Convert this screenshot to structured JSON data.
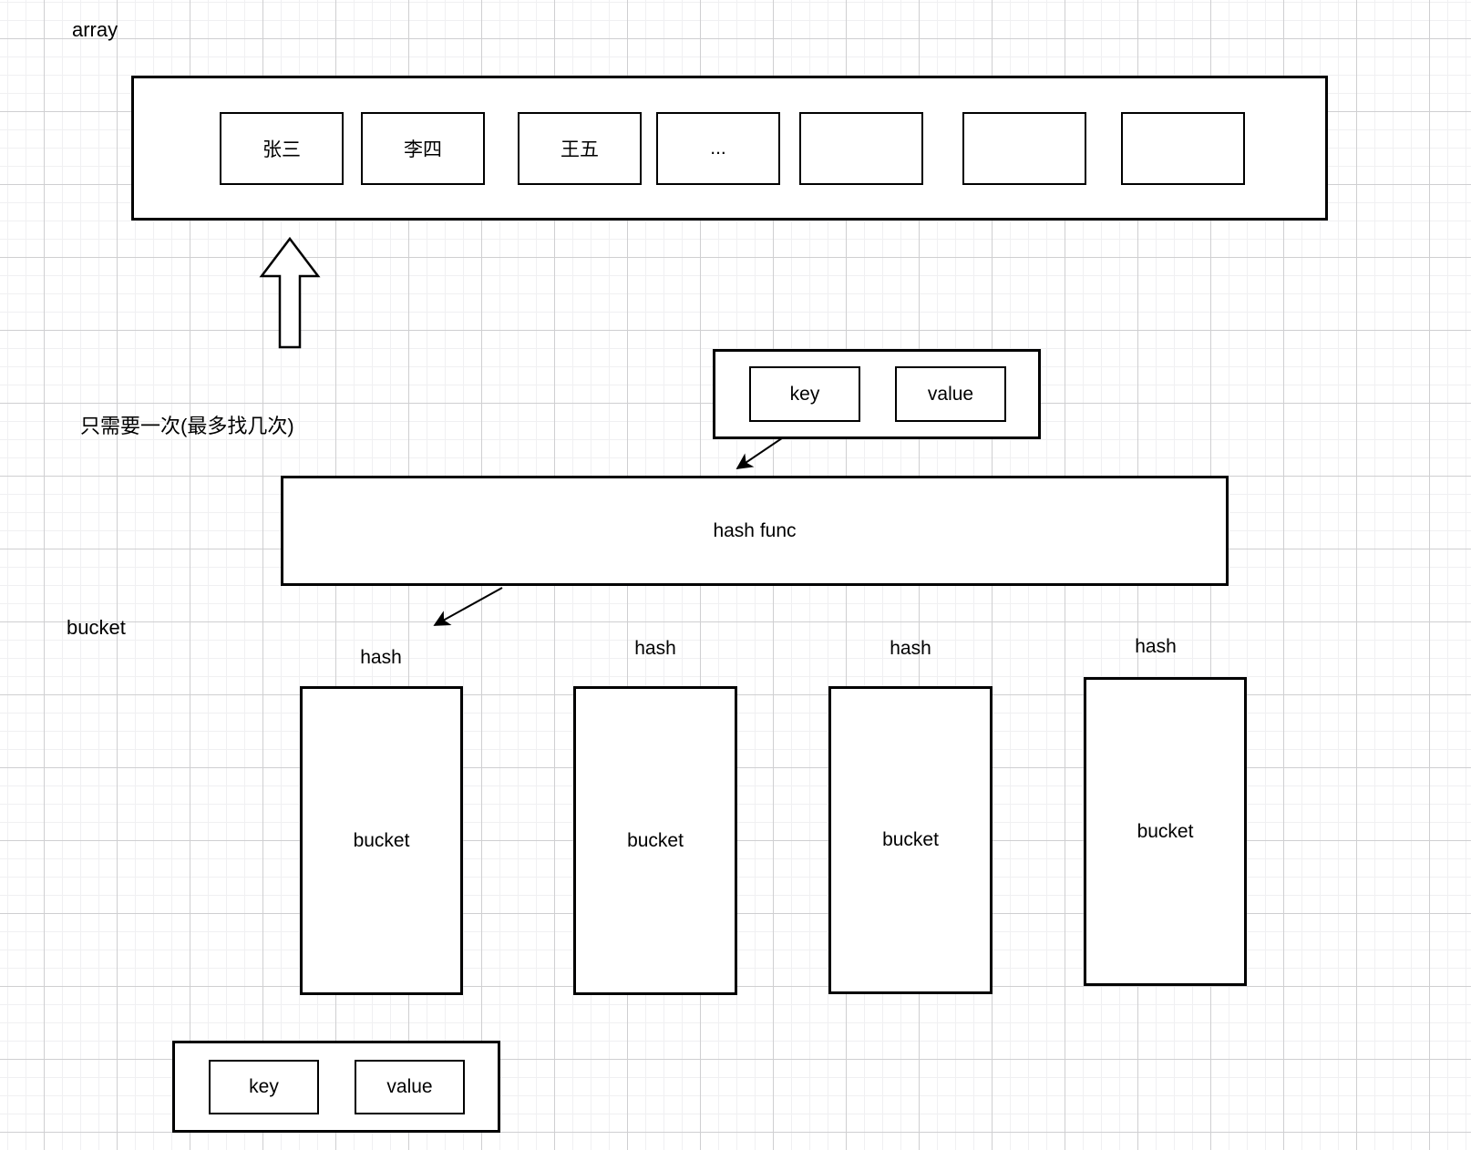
{
  "labels": {
    "array": "array",
    "note": "只需要一次(最多找几次)",
    "bucket_section": "bucket"
  },
  "array": {
    "cells": [
      "张三",
      "李四",
      "王五",
      "...",
      "",
      "",
      ""
    ]
  },
  "kv_top": {
    "key": "key",
    "value": "value"
  },
  "hash_func_label": "hash func",
  "buckets": [
    {
      "hash": "hash",
      "label": "bucket"
    },
    {
      "hash": "hash",
      "label": "bucket"
    },
    {
      "hash": "hash",
      "label": "bucket"
    },
    {
      "hash": "hash",
      "label": "bucket"
    }
  ],
  "kv_bottom": {
    "key": "key",
    "value": "value"
  },
  "colors": {
    "stroke": "#000000",
    "background": "#ffffff",
    "grid_minor": "#f0f0f2",
    "grid_major": "#cfcfd1"
  }
}
